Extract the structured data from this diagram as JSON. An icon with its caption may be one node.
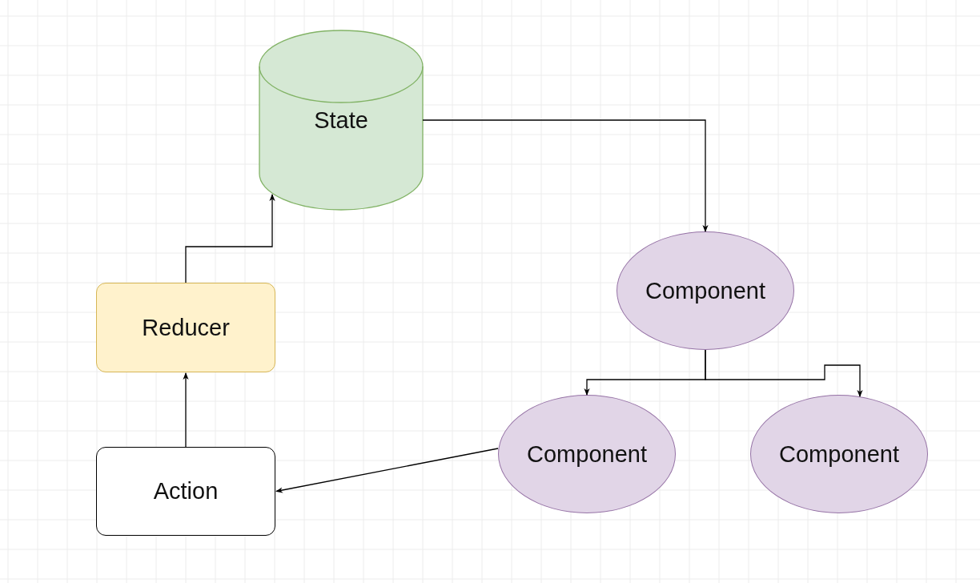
{
  "diagram": {
    "nodes": [
      {
        "text": [
          "State"
        ]
      },
      {
        "text": [
          "Reducer"
        ]
      },
      {
        "text": [
          "Action"
        ]
      },
      {
        "text": [
          "Component"
        ]
      },
      {
        "text": [
          "Component"
        ]
      },
      {
        "text": [
          "Component"
        ]
      }
    ],
    "edges": [
      {
        "from": 1,
        "to": 0,
        "arrow": "to"
      },
      {
        "from": 2,
        "to": 1,
        "arrow": "to"
      },
      {
        "from": 0,
        "to": 3,
        "arrow": "to"
      },
      {
        "from": 3,
        "to": 4,
        "arrow": "to"
      },
      {
        "from": 3,
        "to": 5,
        "arrow": "to"
      },
      {
        "from": 4,
        "to": 2,
        "arrow": "to"
      }
    ]
  }
}
